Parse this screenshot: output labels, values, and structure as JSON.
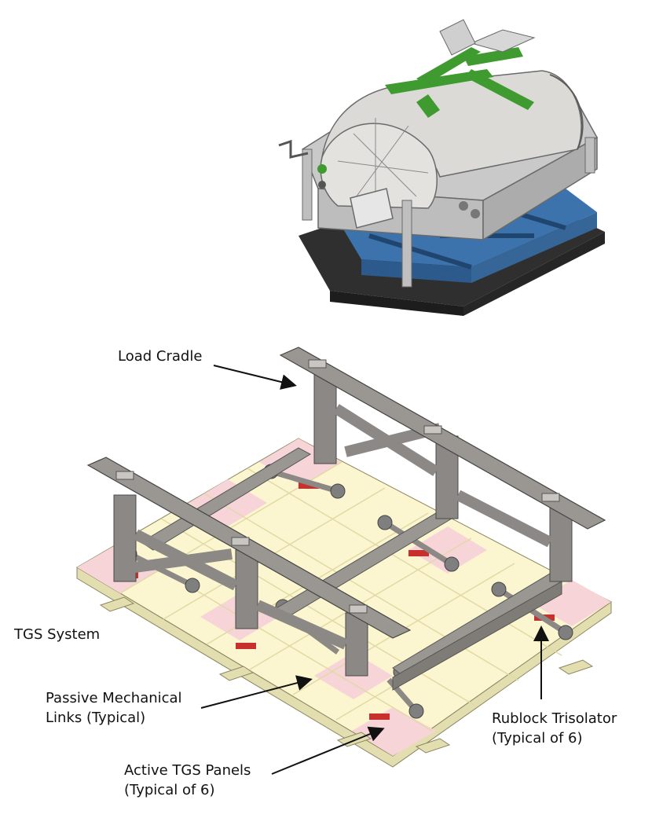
{
  "labels": {
    "load_cradle": "Load Cradle",
    "tgs_system": "TGS System",
    "passive_links": [
      "Passive Mechanical",
      "Links (Typical)"
    ],
    "active_panels": [
      "Active TGS Panels",
      "(Typical of 6)"
    ],
    "rublock": [
      "Rublock Trisolator",
      "(Typical of 6)"
    ]
  },
  "colors": {
    "steel": "#bcbcbc",
    "steel_dark": "#7f7f7f",
    "frame_blue": "#3d73ad",
    "base_black": "#2f2f2f",
    "strap_green": "#3f9b2f",
    "panel_pink": "#f7d4d8",
    "panel_cream": "#fbf6cf",
    "plate_edge": "#e3deb0",
    "cradle_gray": "#8c8885",
    "rublock_red": "#c7302d"
  }
}
